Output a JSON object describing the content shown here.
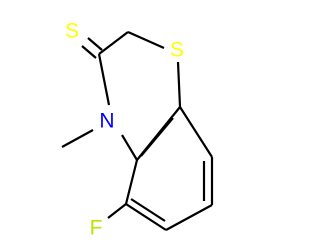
{
  "molecule": {
    "atoms": {
      "thione_sulfur": {
        "label": "S",
        "color": "#FFFF00"
      },
      "ring_sulfur": {
        "label": "S",
        "color": "#FFFF00"
      },
      "nitrogen": {
        "label": "N",
        "color": "#0000FF"
      },
      "fluorine": {
        "label": "F",
        "color": "#B8E600"
      }
    }
  }
}
